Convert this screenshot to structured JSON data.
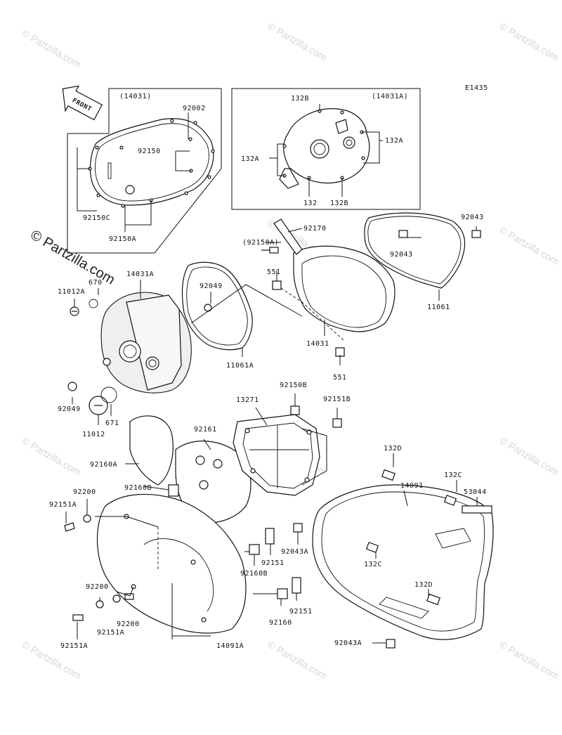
{
  "diagram_id": "E1435",
  "front_label": "FRONT",
  "watermark": "© Partzilla.com",
  "insets": {
    "left": {
      "title": "(14031)"
    },
    "right": {
      "title": "(14031A)"
    }
  },
  "labels": [
    "(14031)",
    "92002",
    "92150",
    "92150C",
    "92150A",
    "132B",
    "(14031A)",
    "132A",
    "132A",
    "132",
    "132B",
    "92170",
    "(92150A)",
    "551",
    "92043",
    "92043",
    "11061",
    "14031A",
    "670",
    "11012A",
    "92049",
    "11061A",
    "14031",
    "551",
    "92049",
    "11012",
    "671",
    "92150B",
    "13271",
    "92151B",
    "92161",
    "92160A",
    "132D",
    "14091",
    "132C",
    "53044",
    "92200",
    "92151A",
    "92160B",
    "92043A",
    "92151",
    "92160B",
    "132C",
    "92200",
    "92151A",
    "92200",
    "92151A",
    "92160",
    "92151",
    "132D",
    "14091A",
    "92043A"
  ]
}
